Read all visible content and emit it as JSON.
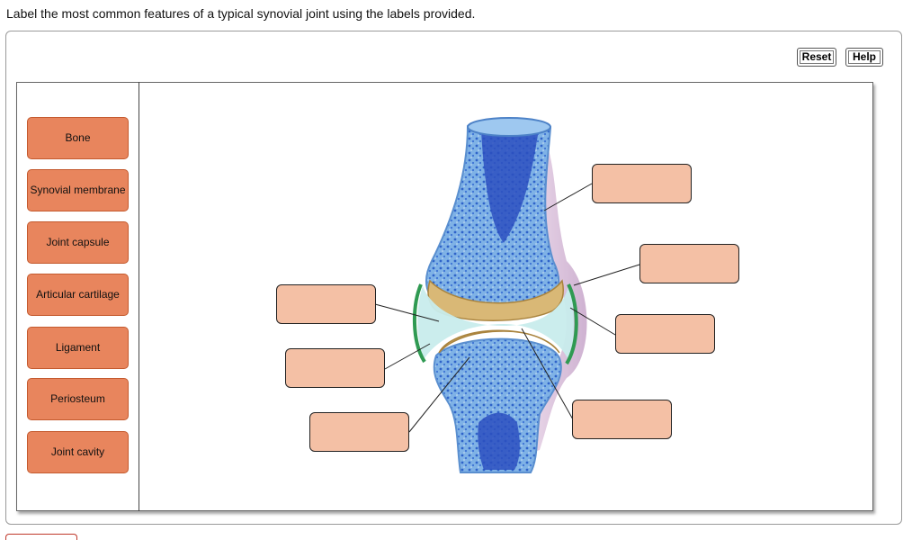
{
  "prompt": "Label the most common features of a typical synovial joint using the labels provided.",
  "toolbar": {
    "reset_label": "Reset",
    "help_label": "Help"
  },
  "labels": [
    "Bone",
    "Synovial membrane",
    "Joint capsule",
    "Articular cartilage",
    "Ligament",
    "Periosteum",
    "Joint cavity"
  ],
  "colors": {
    "label_fill": "#e8855d",
    "drop_fill": "#f4c0a5",
    "bone_blue": "#6fa6df",
    "marrow": "#2b53c4",
    "cartilage": "#d8b77a",
    "cavity": "#bfe6e8",
    "synovial_green": "#3aa35a"
  }
}
